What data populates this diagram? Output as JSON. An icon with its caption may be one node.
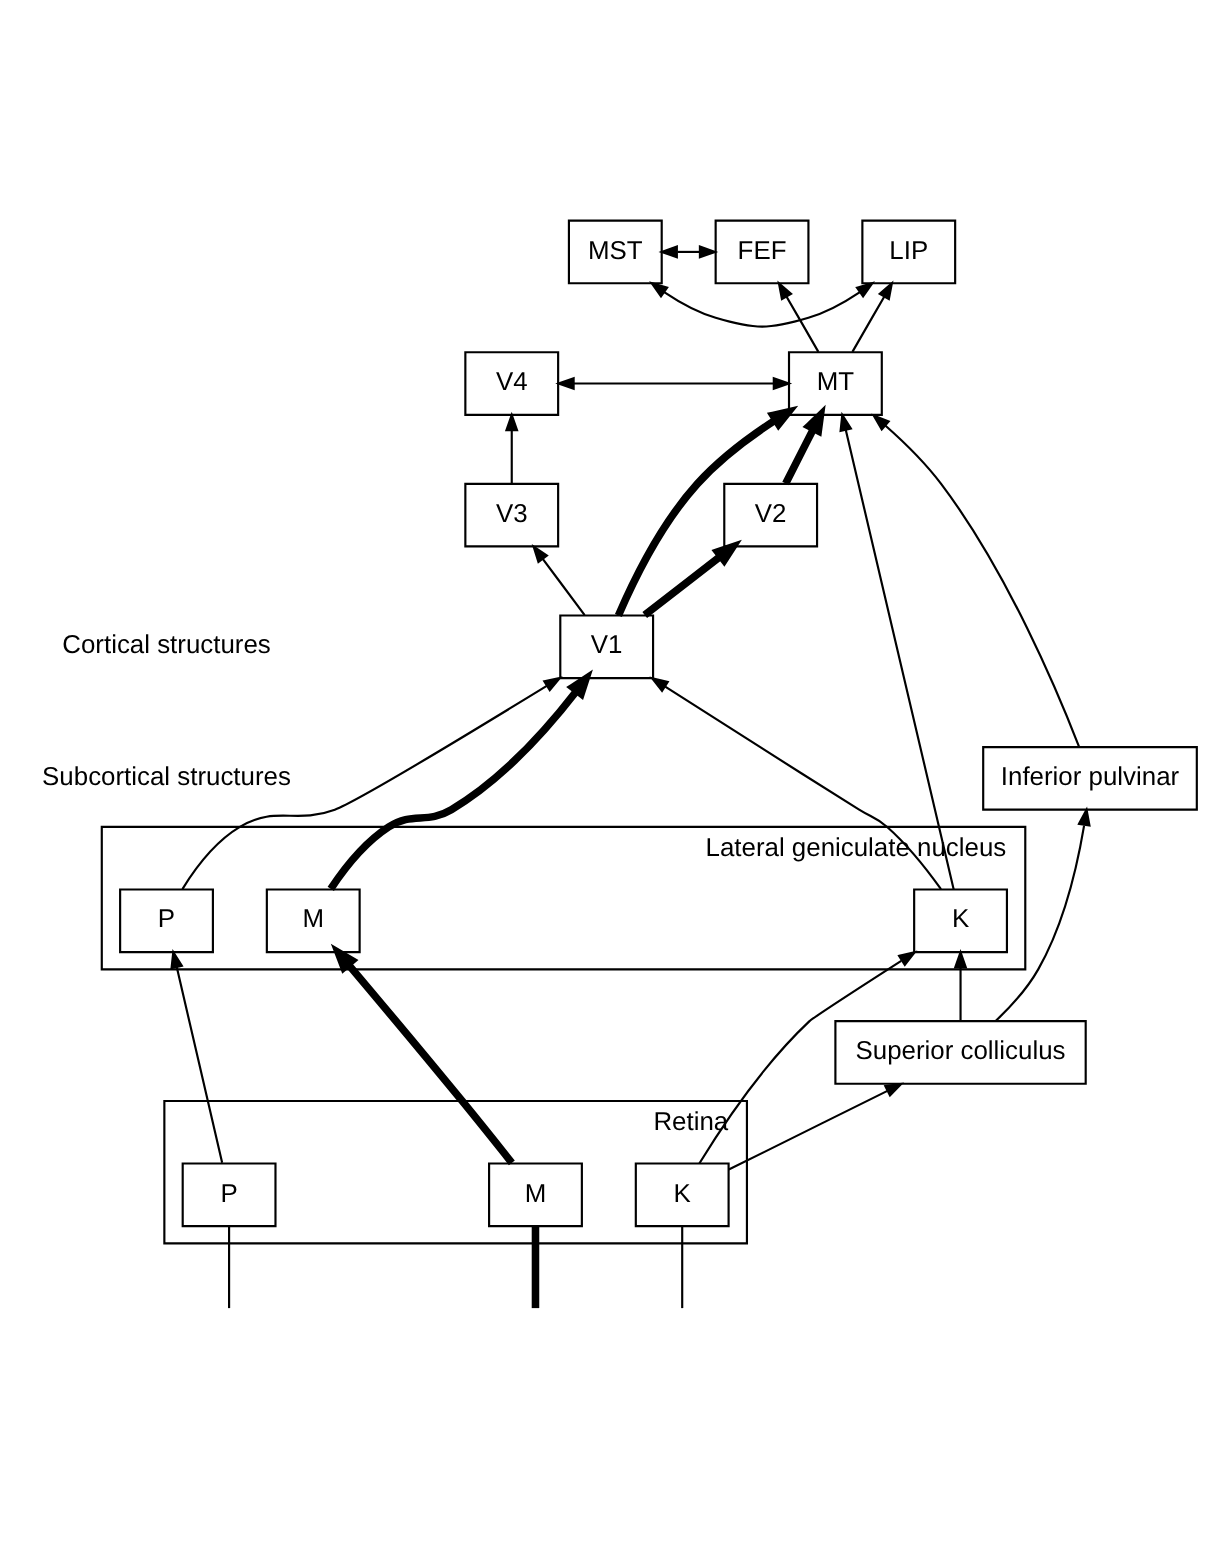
{
  "diagram": {
    "nodes": [
      {
        "text": [
          "FEF"
        ]
      },
      {
        "text": [
          "MST"
        ]
      },
      {
        "text": [
          "LIP"
        ]
      },
      {
        "text": [
          "MT"
        ]
      },
      {
        "text": [
          "V4"
        ]
      },
      {
        "text": [
          "V3"
        ]
      },
      {
        "text": [
          "V2"
        ]
      },
      {
        "text": [
          "V1"
        ]
      },
      {
        "text": [
          "Inferior pulvinar"
        ]
      },
      {
        "text": [
          "Lateral geniculate nucleus"
        ]
      },
      {
        "text": [
          "K"
        ],
        "in": 9
      },
      {
        "text": [
          "M"
        ],
        "in": 9
      },
      {
        "text": [
          "P"
        ],
        "in": 9
      },
      {
        "text": [
          "Superior colliculus"
        ]
      },
      {
        "text": [
          "Retina"
        ]
      },
      {
        "text": [
          "K"
        ],
        "in": 14
      },
      {
        "text": [
          "M"
        ],
        "in": 14
      },
      {
        "text": [
          "P"
        ],
        "in": 14
      }
    ],
    "edges": [
      {
        "from": 0,
        "to": 1,
        "arrow": "both"
      },
      {
        "from": 1,
        "to": 2,
        "arrow": "both"
      },
      {
        "from": 3,
        "to": 0,
        "arrow": "to"
      },
      {
        "from": 3,
        "to": 2,
        "arrow": "to"
      },
      {
        "from": 3,
        "to": 4,
        "arrow": "both"
      },
      {
        "from": 5,
        "to": 4,
        "arrow": "to"
      },
      {
        "from": 7,
        "to": 5,
        "arrow": "to"
      },
      {
        "from": 7,
        "to": 3,
        "arrow": "to",
        "style": "thick"
      },
      {
        "from": 6,
        "to": 3,
        "arrow": "to",
        "style": "thick"
      },
      {
        "from": 7,
        "to": 6,
        "arrow": "to",
        "style": "thick"
      },
      {
        "from": 8,
        "to": 3,
        "arrow": "to"
      },
      {
        "from": 10,
        "to": 3,
        "arrow": "to"
      },
      {
        "from": 10,
        "to": 7,
        "arrow": "to"
      },
      {
        "from": 11,
        "to": 7,
        "arrow": "to",
        "style": "thick"
      },
      {
        "from": 12,
        "to": 7,
        "arrow": "to"
      },
      {
        "from": 13,
        "to": 8,
        "arrow": "to"
      },
      {
        "from": 13,
        "to": 10,
        "arrow": "to"
      },
      {
        "from": 15,
        "to": 13,
        "arrow": "to"
      },
      {
        "from": 15,
        "to": 10,
        "arrow": "to"
      },
      {
        "from": 16,
        "to": 11,
        "arrow": "to",
        "style": "thick"
      },
      {
        "from": 17,
        "to": 12,
        "arrow": "to"
      },
      {
        "from": null,
        "to": 15,
        "arrow": "none"
      },
      {
        "from": null,
        "to": 16,
        "arrow": "none",
        "style": "thick"
      },
      {
        "from": null,
        "to": 17,
        "arrow": "none"
      }
    ],
    "labels": [
      "Cortical structures",
      "Subcortical structures"
    ]
  }
}
